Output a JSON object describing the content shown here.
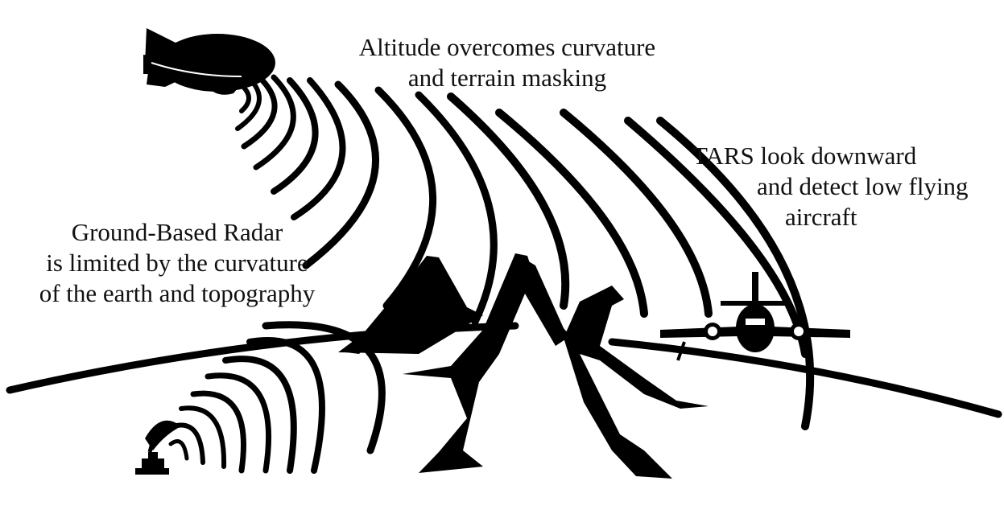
{
  "captions": {
    "altitude": {
      "line1": "Altitude overcomes curvature",
      "line2": "and terrain masking"
    },
    "tars": {
      "line1": "TARS look downward",
      "line2": "and detect low flying",
      "line3": "aircraft"
    },
    "ground": {
      "line1": "Ground-Based Radar",
      "line2": "is limited by the curvature",
      "line3": "of the earth and topography"
    }
  },
  "icons": {
    "aerostat": "blimp-icon",
    "aircraft": "airplane-icon",
    "ground_radar": "radar-dish-icon",
    "terrain": "mountains-icon"
  },
  "colors": {
    "ink": "#000000",
    "background": "#ffffff"
  }
}
